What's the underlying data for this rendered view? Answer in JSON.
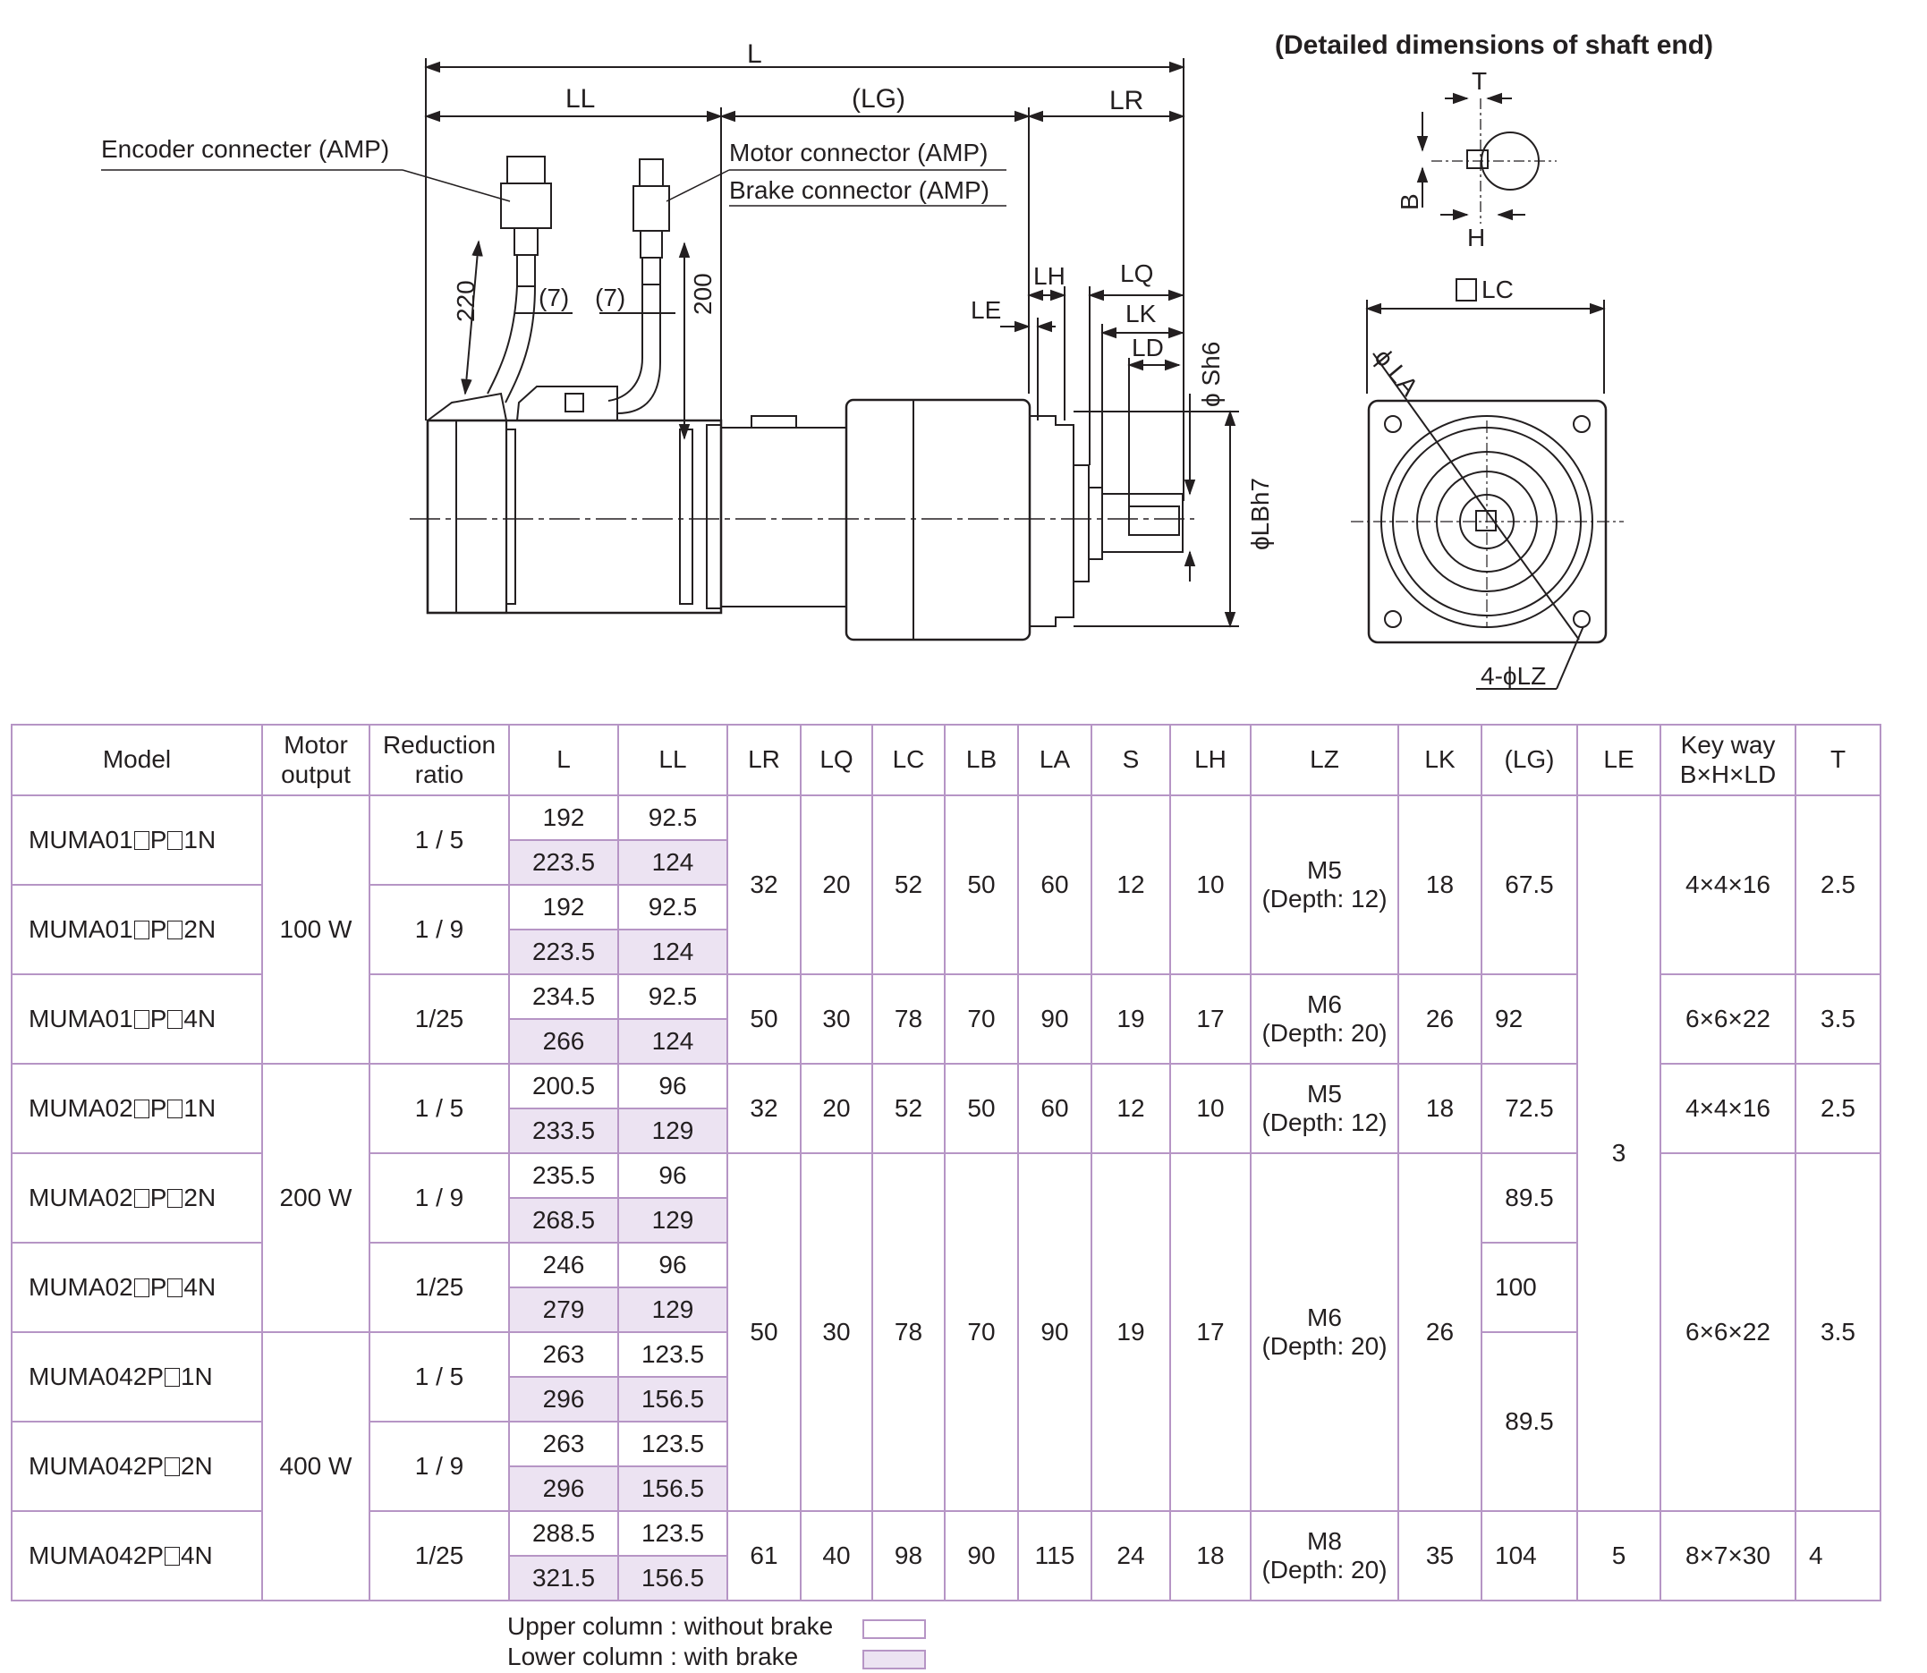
{
  "drawing": {
    "shaft_detail_title": "(Detailed dimensions of shaft end)",
    "labels": {
      "L": "L",
      "LL": "LL",
      "LG": "(LG)",
      "LR": "LR",
      "encoder_connector": "Encoder connecter (AMP)",
      "motor_connector": "Motor connector (AMP)",
      "brake_connector": "Brake connector (AMP)",
      "cable_220": "220",
      "cable_200": "200",
      "seven_left": "(7)",
      "seven_right": "(7)",
      "LH": "LH",
      "LQ": "LQ",
      "LE": "LE",
      "LK": "LK",
      "LD": "LD",
      "Sh6": "ϕ Sh6",
      "LBh7": "ϕLBh7",
      "T": "T",
      "B": "B",
      "H": "H",
      "LC": "LC",
      "LA": "ϕ LA",
      "LZ": "4-ϕLZ"
    }
  },
  "table": {
    "headers": {
      "model": "Model",
      "motor_output": [
        "Motor",
        "output"
      ],
      "reduction_ratio": [
        "Reduction",
        "ratio"
      ],
      "L": "L",
      "LL": "LL",
      "LR": "LR",
      "LQ": "LQ",
      "LC": "LC",
      "LB": "LB",
      "LA": "LA",
      "S": "S",
      "LH": "LH",
      "LZ": "LZ",
      "LK": "LK",
      "LG": "(LG)",
      "LE": "LE",
      "keyway": [
        "Key way",
        "B×H×LD"
      ],
      "T": "T"
    },
    "models": [
      {
        "prefix": "MUMA01",
        "mid": "P",
        "suffix": "1N",
        "output": "100 W",
        "ratio": "1 / 5",
        "L": [
          "192",
          "223.5"
        ],
        "LL": [
          "92.5",
          "124"
        ]
      },
      {
        "prefix": "MUMA01",
        "mid": "P",
        "suffix": "2N",
        "ratio": "1 / 9",
        "L": [
          "192",
          "223.5"
        ],
        "LL": [
          "92.5",
          "124"
        ]
      },
      {
        "prefix": "MUMA01",
        "mid": "P",
        "suffix": "4N",
        "ratio": "1/25",
        "L": [
          "234.5",
          "266"
        ],
        "LL": [
          "92.5",
          "124"
        ]
      },
      {
        "prefix": "MUMA02",
        "mid": "P",
        "suffix": "1N",
        "output": "200 W",
        "ratio": "1 / 5",
        "L": [
          "200.5",
          "233.5"
        ],
        "LL": [
          "96",
          "129"
        ]
      },
      {
        "prefix": "MUMA02",
        "mid": "P",
        "suffix": "2N",
        "ratio": "1 / 9",
        "L": [
          "235.5",
          "268.5"
        ],
        "LL": [
          "96",
          "129"
        ]
      },
      {
        "prefix": "MUMA02",
        "mid": "P",
        "suffix": "4N",
        "ratio": "1/25",
        "L": [
          "246",
          "279"
        ],
        "LL": [
          "96",
          "129"
        ]
      },
      {
        "prefix": "MUMA042P",
        "mid": "",
        "suffix": "1N",
        "output": "400 W",
        "ratio": "1 / 5",
        "L": [
          "263",
          "296"
        ],
        "LL": [
          "123.5",
          "156.5"
        ]
      },
      {
        "prefix": "MUMA042P",
        "mid": "",
        "suffix": "2N",
        "ratio": "1 / 9",
        "L": [
          "263",
          "296"
        ],
        "LL": [
          "123.5",
          "156.5"
        ]
      },
      {
        "prefix": "MUMA042P",
        "mid": "",
        "suffix": "4N",
        "ratio": "1/25",
        "L": [
          "288.5",
          "321.5"
        ],
        "LL": [
          "123.5",
          "156.5"
        ]
      }
    ],
    "dimension_groups": [
      {
        "LR": "32",
        "LQ": "20",
        "LC": "52",
        "LB": "50",
        "LA": "60",
        "S": "12",
        "LH": "10",
        "LZ": [
          "M5",
          "(Depth: 12)"
        ],
        "LK": "18",
        "LG": "67.5",
        "keyway": "4×4×16",
        "T": "2.5"
      },
      {
        "LR": "50",
        "LQ": "30",
        "LC": "78",
        "LB": "70",
        "LA": "90",
        "S": "19",
        "LH": "17",
        "LZ": [
          "M6",
          "(Depth: 20)"
        ],
        "LK": "26",
        "LG": "92",
        "keyway": "6×6×22",
        "T": "3.5"
      },
      {
        "LR": "32",
        "LQ": "20",
        "LC": "52",
        "LB": "50",
        "LA": "60",
        "S": "12",
        "LH": "10",
        "LZ": [
          "M5",
          "(Depth: 12)"
        ],
        "LK": "18",
        "LG": "72.5",
        "keyway": "4×4×16",
        "T": "2.5"
      },
      {
        "LR": "50",
        "LQ": "30",
        "LC": "78",
        "LB": "70",
        "LA": "90",
        "S": "19",
        "LH": "17",
        "LZ": [
          "M6",
          "(Depth: 20)"
        ],
        "LK": "26",
        "keyway": "6×6×22",
        "T": "3.5",
        "LG_split": [
          "89.5",
          "100",
          "89.5"
        ]
      },
      {
        "LR": "61",
        "LQ": "40",
        "LC": "98",
        "LB": "90",
        "LA": "115",
        "S": "24",
        "LH": "18",
        "LZ": [
          "M8",
          "(Depth: 20)"
        ],
        "LK": "35",
        "LG": "104",
        "keyway": "8×7×30",
        "T": "4"
      }
    ],
    "LE": [
      "3",
      "5"
    ]
  },
  "legend": {
    "upper": "Upper column : without brake",
    "lower": "Lower column : with brake"
  },
  "colors": {
    "border": "#b695c5",
    "brake_shade": "#ece3f2",
    "ink": "#231f20"
  }
}
